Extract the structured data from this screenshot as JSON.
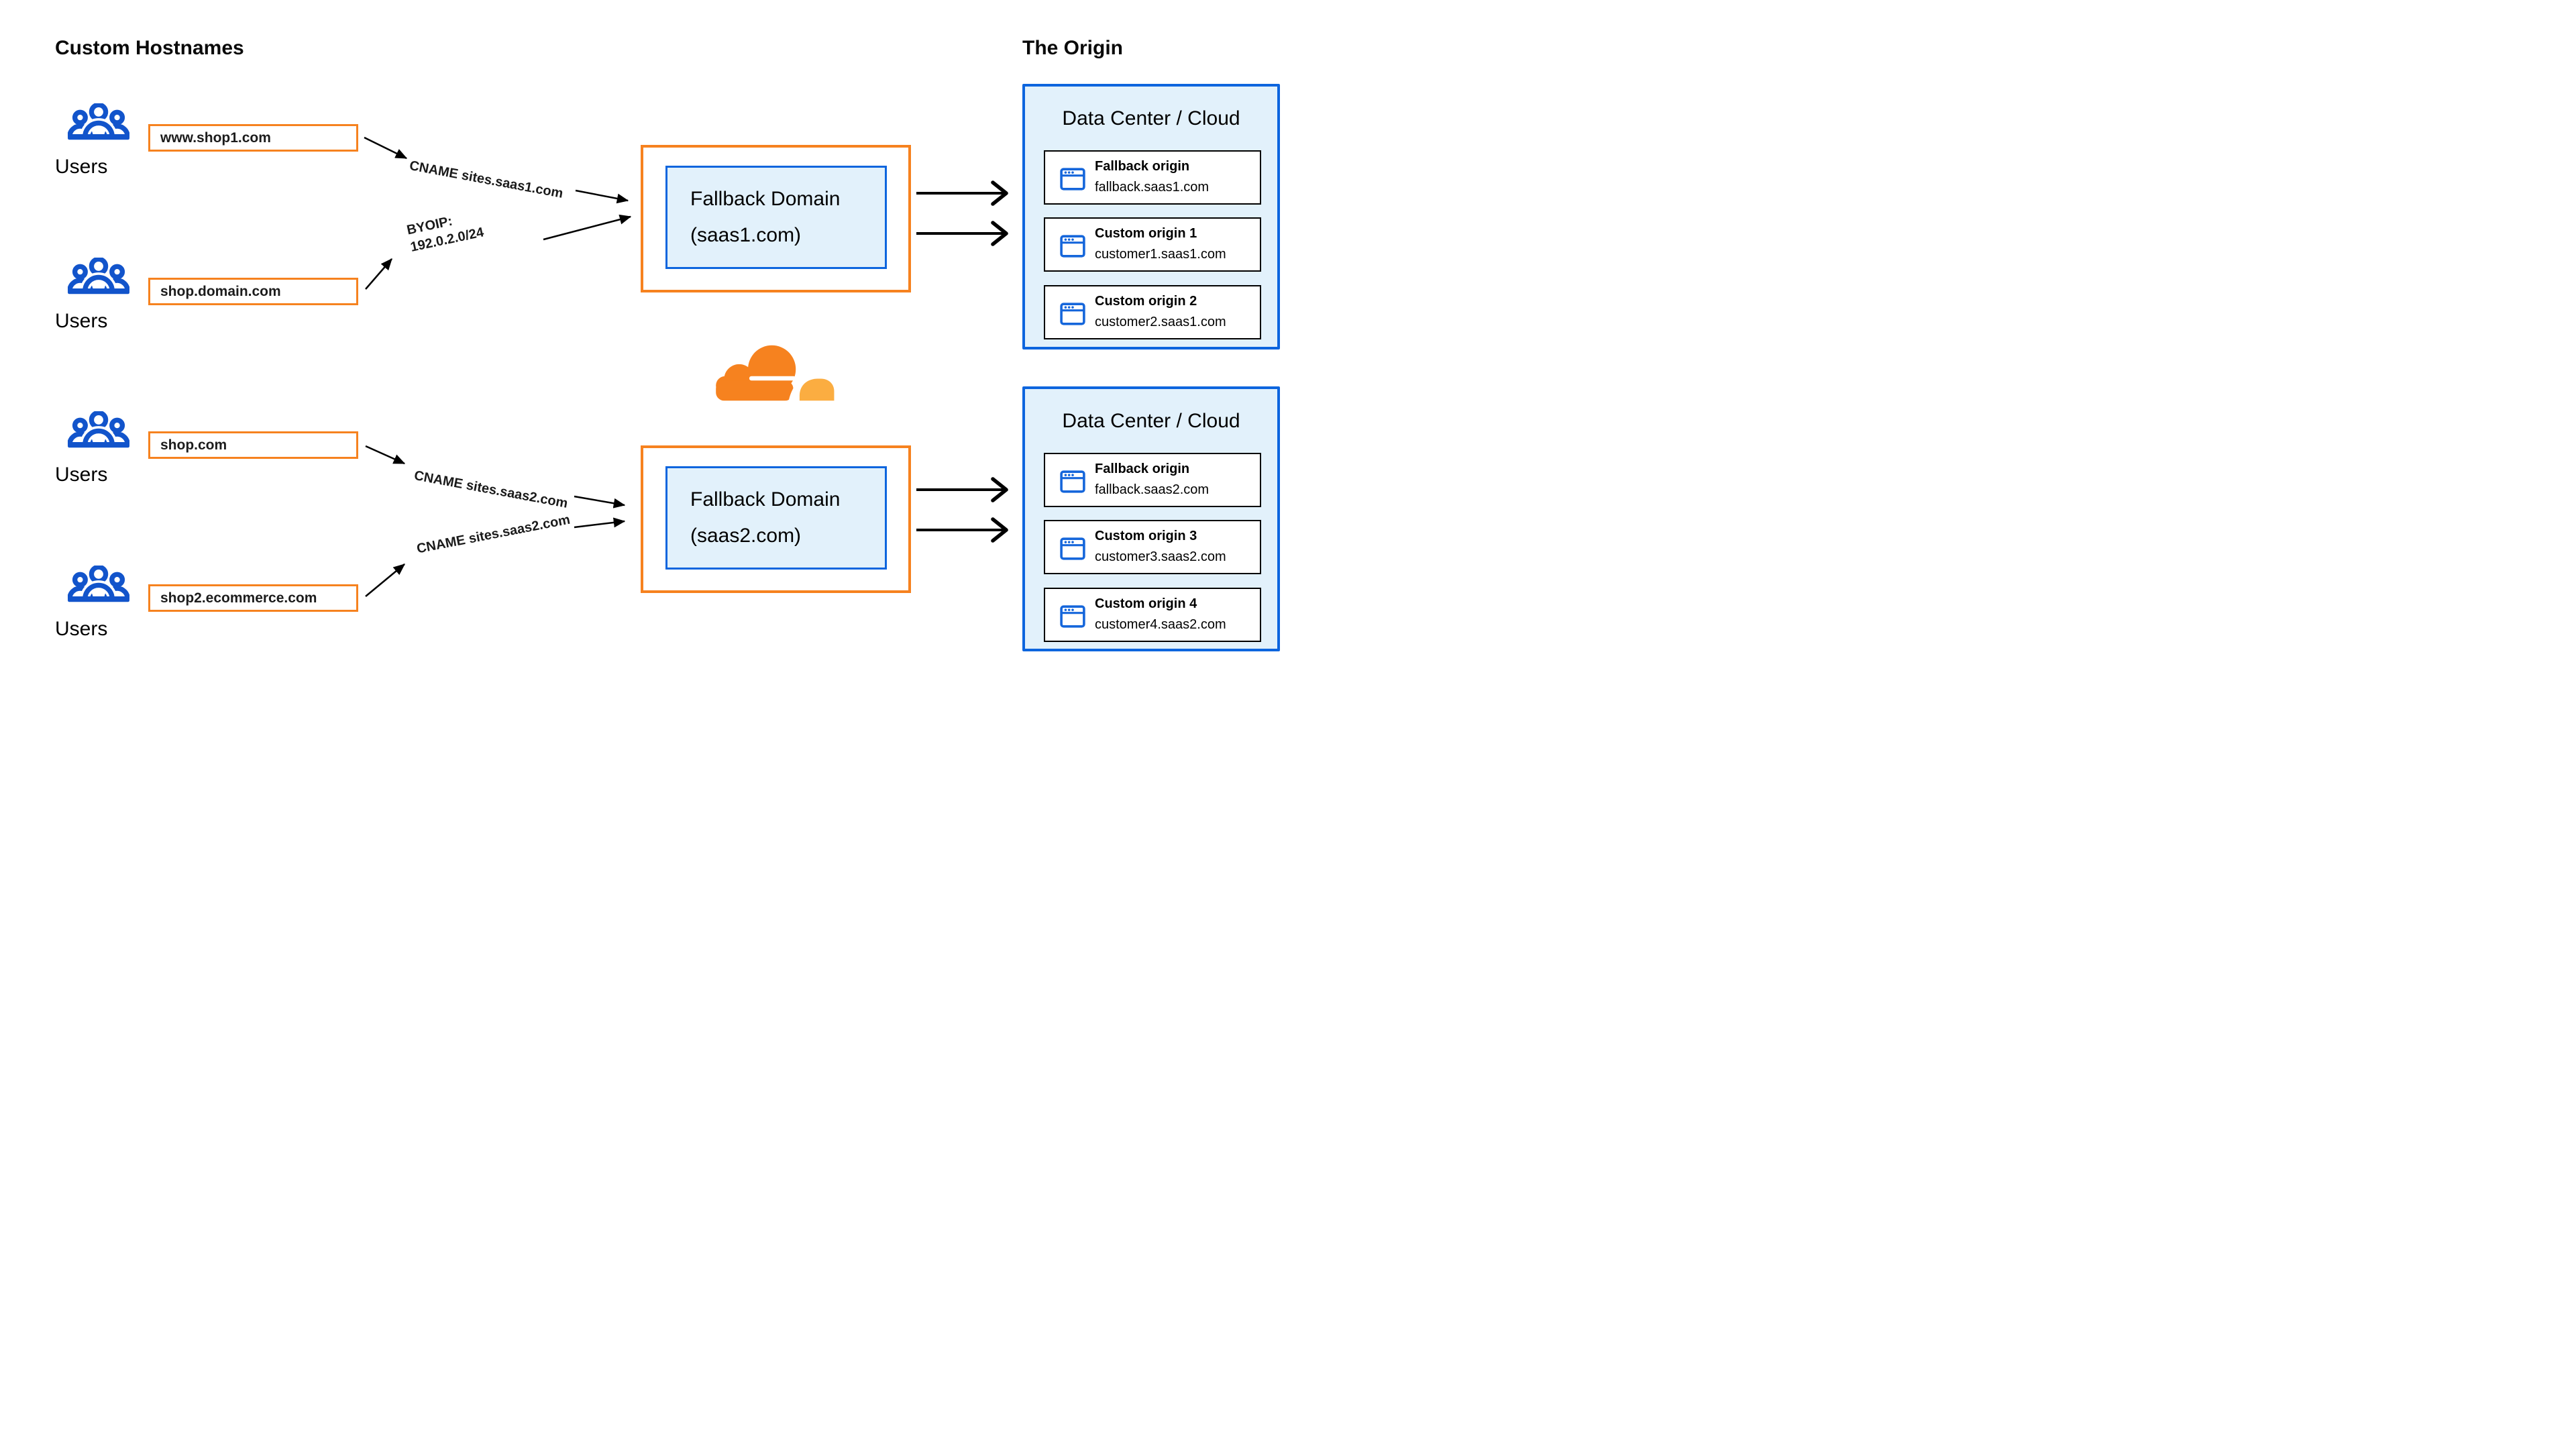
{
  "titles": {
    "left": "Custom Hostnames",
    "right": "The Origin"
  },
  "users_label": "Users",
  "hostnames": [
    "www.shop1.com",
    "shop.domain.com",
    "shop.com",
    "shop2.ecommerce.com"
  ],
  "routing_labels": {
    "cname_saas1": "CNAME sites.saas1.com",
    "byoip_line1": "BYOIP:",
    "byoip_line2": "192.0.2.0/24",
    "cname_saas2_upper": "CNAME sites.saas2.com",
    "cname_saas2_lower": "CNAME sites.saas2.com"
  },
  "fallback_domains": [
    {
      "line1": "Fallback Domain",
      "line2": "(saas1.com)"
    },
    {
      "line1": "Fallback Domain",
      "line2": "(saas2.com)"
    }
  ],
  "data_centers": [
    {
      "title": "Data Center / Cloud",
      "origins": [
        {
          "name": "Fallback origin",
          "host": "fallback.saas1.com"
        },
        {
          "name": "Custom origin 1",
          "host": "customer1.saas1.com"
        },
        {
          "name": "Custom origin 2",
          "host": "customer2.saas1.com"
        }
      ]
    },
    {
      "title": "Data Center / Cloud",
      "origins": [
        {
          "name": "Fallback origin",
          "host": "fallback.saas2.com"
        },
        {
          "name": "Custom origin 3",
          "host": "customer3.saas2.com"
        },
        {
          "name": "Custom origin 4",
          "host": "customer4.saas2.com"
        }
      ]
    }
  ],
  "colors": {
    "orange": "#F6821F",
    "blue_border": "#0D65DE",
    "icon_blue": "#1254CB",
    "light_blue_fill": "#E2F1FB",
    "logo_orange": "#F6821F",
    "logo_light_orange": "#FBAD41",
    "arrow_black": "#000000"
  }
}
